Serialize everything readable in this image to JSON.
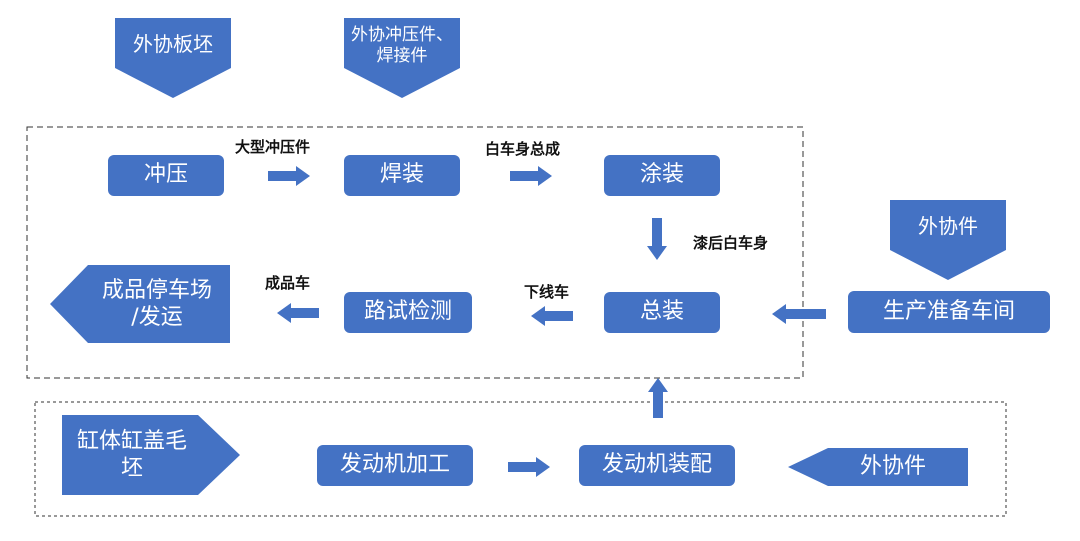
{
  "colors": {
    "accent": "#4472c4",
    "text": "#111111",
    "border": "#333333"
  },
  "inputs": {
    "sheet_blank": "外协板坯",
    "stamp_weld_parts": "外协冲压件、焊接件",
    "outsourced_parts_right": "外协件",
    "block_head_blank": "缸体缸盖毛坯"
  },
  "steps": {
    "stamping": "冲压",
    "welding": "焊装",
    "painting": "涂装",
    "assembly": "总装",
    "road_test": "路试检测",
    "prep_workshop": "生产准备车间",
    "engine_machining": "发动机加工",
    "engine_assembly": "发动机装配",
    "outsourced_parts_bottom": "外协件"
  },
  "outputs": {
    "finished_lot_line1": "成品停车场",
    "finished_lot_line2": "/发运"
  },
  "labels": {
    "large_stampings": "大型冲压件",
    "body_in_white": "白车身总成",
    "painted_body": "漆后白车身",
    "off_line": "下线车",
    "finished_vehicle": "成品车"
  }
}
